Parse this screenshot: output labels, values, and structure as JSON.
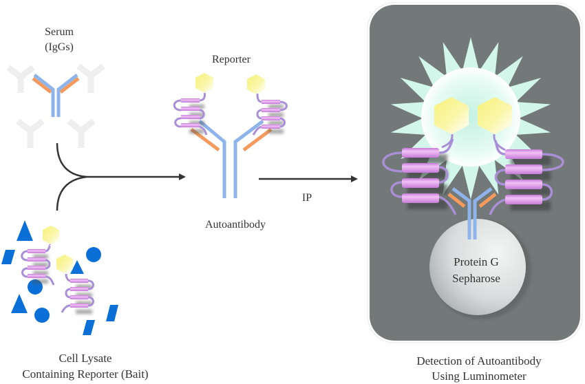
{
  "figure": {
    "type": "workflow-diagram",
    "colors": {
      "background": "#ffffff",
      "heavy_chain": "#8fb4ec",
      "light_chain": "#f39a5c",
      "ghost_antibody": "#eeeeee",
      "helix": "#d88be8",
      "helix_highlight": "#f0c2f5",
      "loop": "#a98fd6",
      "reporter_hexagon": "#f6f27a",
      "lysate_shapes": "#0a6fd6",
      "arrow": "#333333",
      "detection_panel": "#737878",
      "glow": "#d2f6ea",
      "bead": "#dcdfdf",
      "text": "#333333"
    }
  },
  "labels": {
    "serum_line1": "Serum",
    "serum_line2": "(IgGs)",
    "lysate_line1": "Cell Lysate",
    "lysate_line2": "Containing Reporter (Bait)",
    "reporter": "Reporter",
    "autoantibody": "Autoantibody",
    "ip_step": "IP",
    "bead_line1": "Protein G",
    "bead_line2": "Sepharose",
    "detection_line1": "Detection of Autoantibody",
    "detection_line2": "Using Luminometer"
  },
  "nodes": [
    {
      "id": "serum",
      "label": "Serum (IgGs)",
      "depicts": "antibody (IgG) among faded IgGs"
    },
    {
      "id": "cell-lysate",
      "label": "Cell Lysate Containing Reporter (Bait)",
      "depicts": "reporter-tagged bait proteins among lysate components"
    },
    {
      "id": "autoantibody-complex",
      "label": "Autoantibody",
      "depicts": "autoantibody bound to two reporter-bait proteins"
    },
    {
      "id": "detection",
      "label": "Detection of Autoantibody Using Luminometer",
      "depicts": "complex on Protein G Sepharose bead emitting light"
    }
  ],
  "edges": [
    {
      "from": "serum",
      "to": "autoantibody-complex",
      "label": ""
    },
    {
      "from": "cell-lysate",
      "to": "autoantibody-complex",
      "label": ""
    },
    {
      "from": "autoantibody-complex",
      "to": "detection",
      "label": "IP"
    }
  ]
}
